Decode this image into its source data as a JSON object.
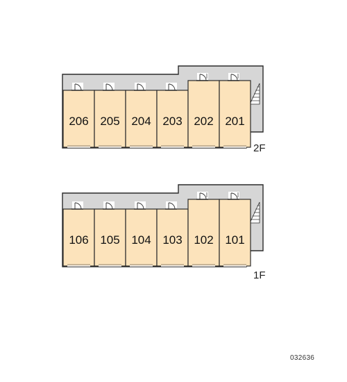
{
  "floors": [
    {
      "label": "2F",
      "units": [
        "206",
        "205",
        "204",
        "203",
        "202",
        "201"
      ]
    },
    {
      "label": "1F",
      "units": [
        "106",
        "105",
        "104",
        "103",
        "102",
        "101"
      ]
    }
  ],
  "image_code": "032636",
  "colors": {
    "unit_fill": "#fce3bb",
    "corridor_fill": "#d6d6d6",
    "outline": "#2b2b2b",
    "text": "#111111"
  },
  "icons": [
    "door-swing-icon",
    "staircase-icon"
  ]
}
